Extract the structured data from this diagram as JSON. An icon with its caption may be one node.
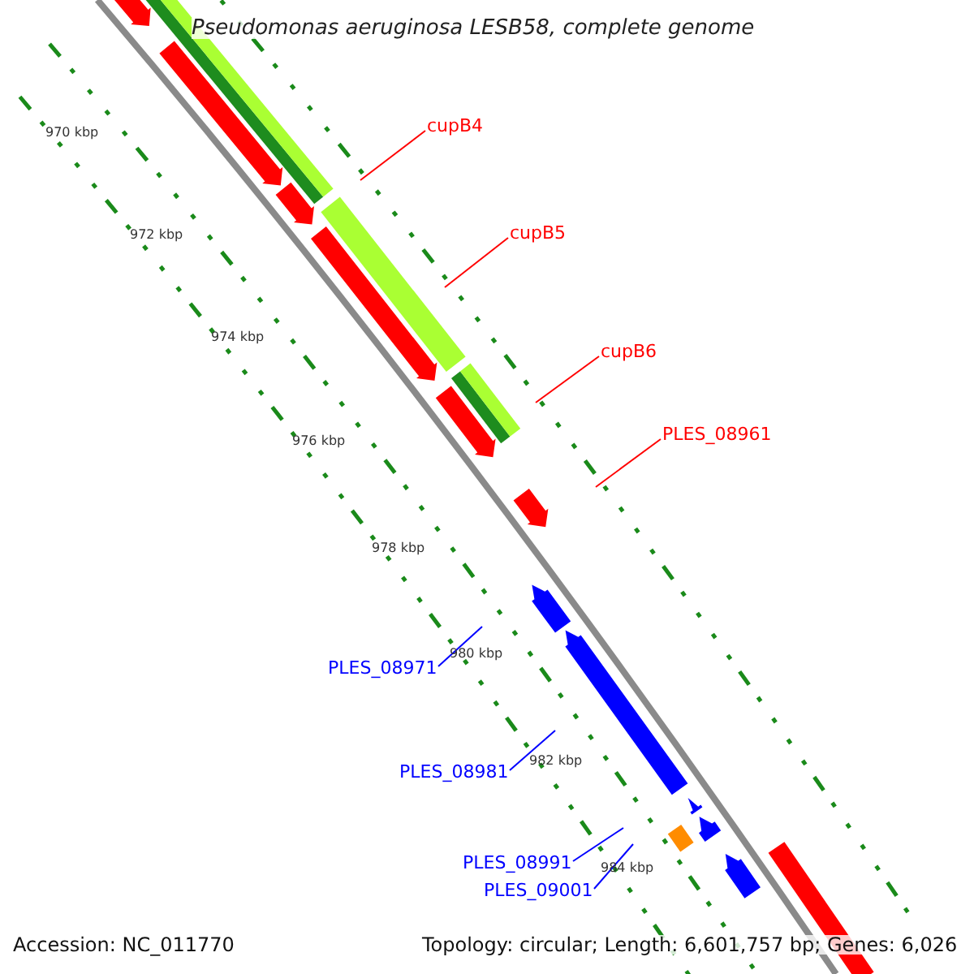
{
  "diagram": {
    "title": "Pseudomonas aeruginosa LESB58, complete genome",
    "nodes": [
      {
        "text": [
          "cupB4"
        ]
      },
      {
        "text": [
          "cupB5"
        ]
      },
      {
        "text": [
          "cupB6"
        ]
      },
      {
        "text": [
          "PLES_08961"
        ]
      },
      {
        "text": [
          "PLES_08971"
        ]
      },
      {
        "text": [
          "PLES_08981"
        ]
      },
      {
        "text": [
          "PLES_08991"
        ]
      },
      {
        "text": [
          "PLES_09001"
        ]
      }
    ],
    "edges": [
      {
        "from": 0,
        "to": null,
        "arrow": "none",
        "color": "#ff0000"
      },
      {
        "from": 1,
        "to": null,
        "arrow": "none",
        "color": "#ff0000"
      },
      {
        "from": 2,
        "to": null,
        "arrow": "none",
        "color": "#ff0000"
      },
      {
        "from": 3,
        "to": null,
        "arrow": "none",
        "color": "#ff0000"
      },
      {
        "from": 4,
        "to": null,
        "arrow": "none",
        "color": "#0000ff"
      },
      {
        "from": 5,
        "to": null,
        "arrow": "none",
        "color": "#0000ff"
      },
      {
        "from": 6,
        "to": null,
        "arrow": "none",
        "color": "#0000ff"
      },
      {
        "from": 7,
        "to": null,
        "arrow": "none",
        "color": "#0000ff"
      }
    ],
    "labels": [
      "970 kbp",
      "972 kbp",
      "974 kbp",
      "976 kbp",
      "978 kbp",
      "980 kbp",
      "982 kbp",
      "984 kbp",
      "Accession: NC_011770",
      "Topology: circular; Length: 6,601,757 bp; Genes: 6,026"
    ]
  }
}
